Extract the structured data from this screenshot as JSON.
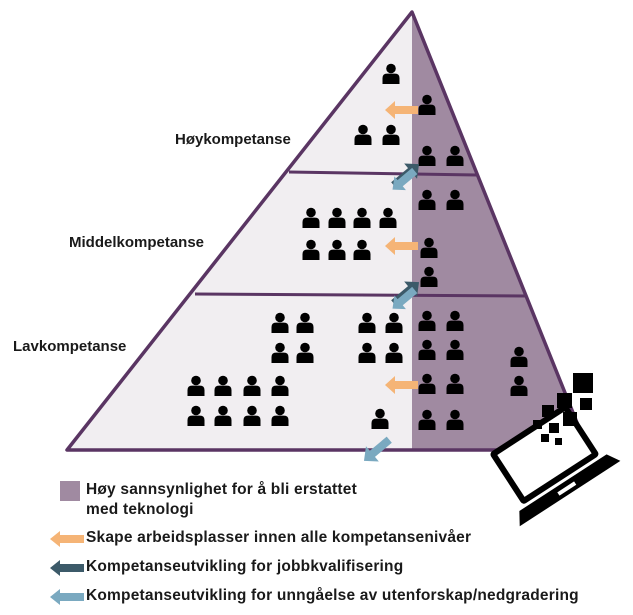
{
  "colors": {
    "pyramid_fill": "#f1eef1",
    "pyramid_outline": "#5a3563",
    "high_probability_fill": "#a08aa1",
    "people": "#000000",
    "arrow_create_jobs": "#f5b476",
    "arrow_qualification": "#3c5a69",
    "arrow_avoid_exclusion": "#7aa9c0",
    "laptop": "#000000"
  },
  "tiers": [
    {
      "label": "Høykompetanse"
    },
    {
      "label": "Middelkompetanse"
    },
    {
      "label": "Lavkompetanse"
    }
  ],
  "icons": {
    "person": "person-icon",
    "laptop": "laptop-icon",
    "arrow_create_jobs": "arrow-left-icon",
    "arrow_qualification": "arrow-up-right-icon",
    "arrow_avoid_exclusion": "arrow-down-left-icon"
  },
  "legend": {
    "high_probability": "Høy sannsynlighet for å bli erstattet\nmed teknologi",
    "create_jobs": "Skape arbeidsplasser innen alle kompetansenivåer",
    "qualification": "Kompetanseutvikling  for jobbkvalifisering",
    "avoid_exclusion": "Kompetanseutvikling  for unngåelse av utenforskap/nedgradering"
  }
}
